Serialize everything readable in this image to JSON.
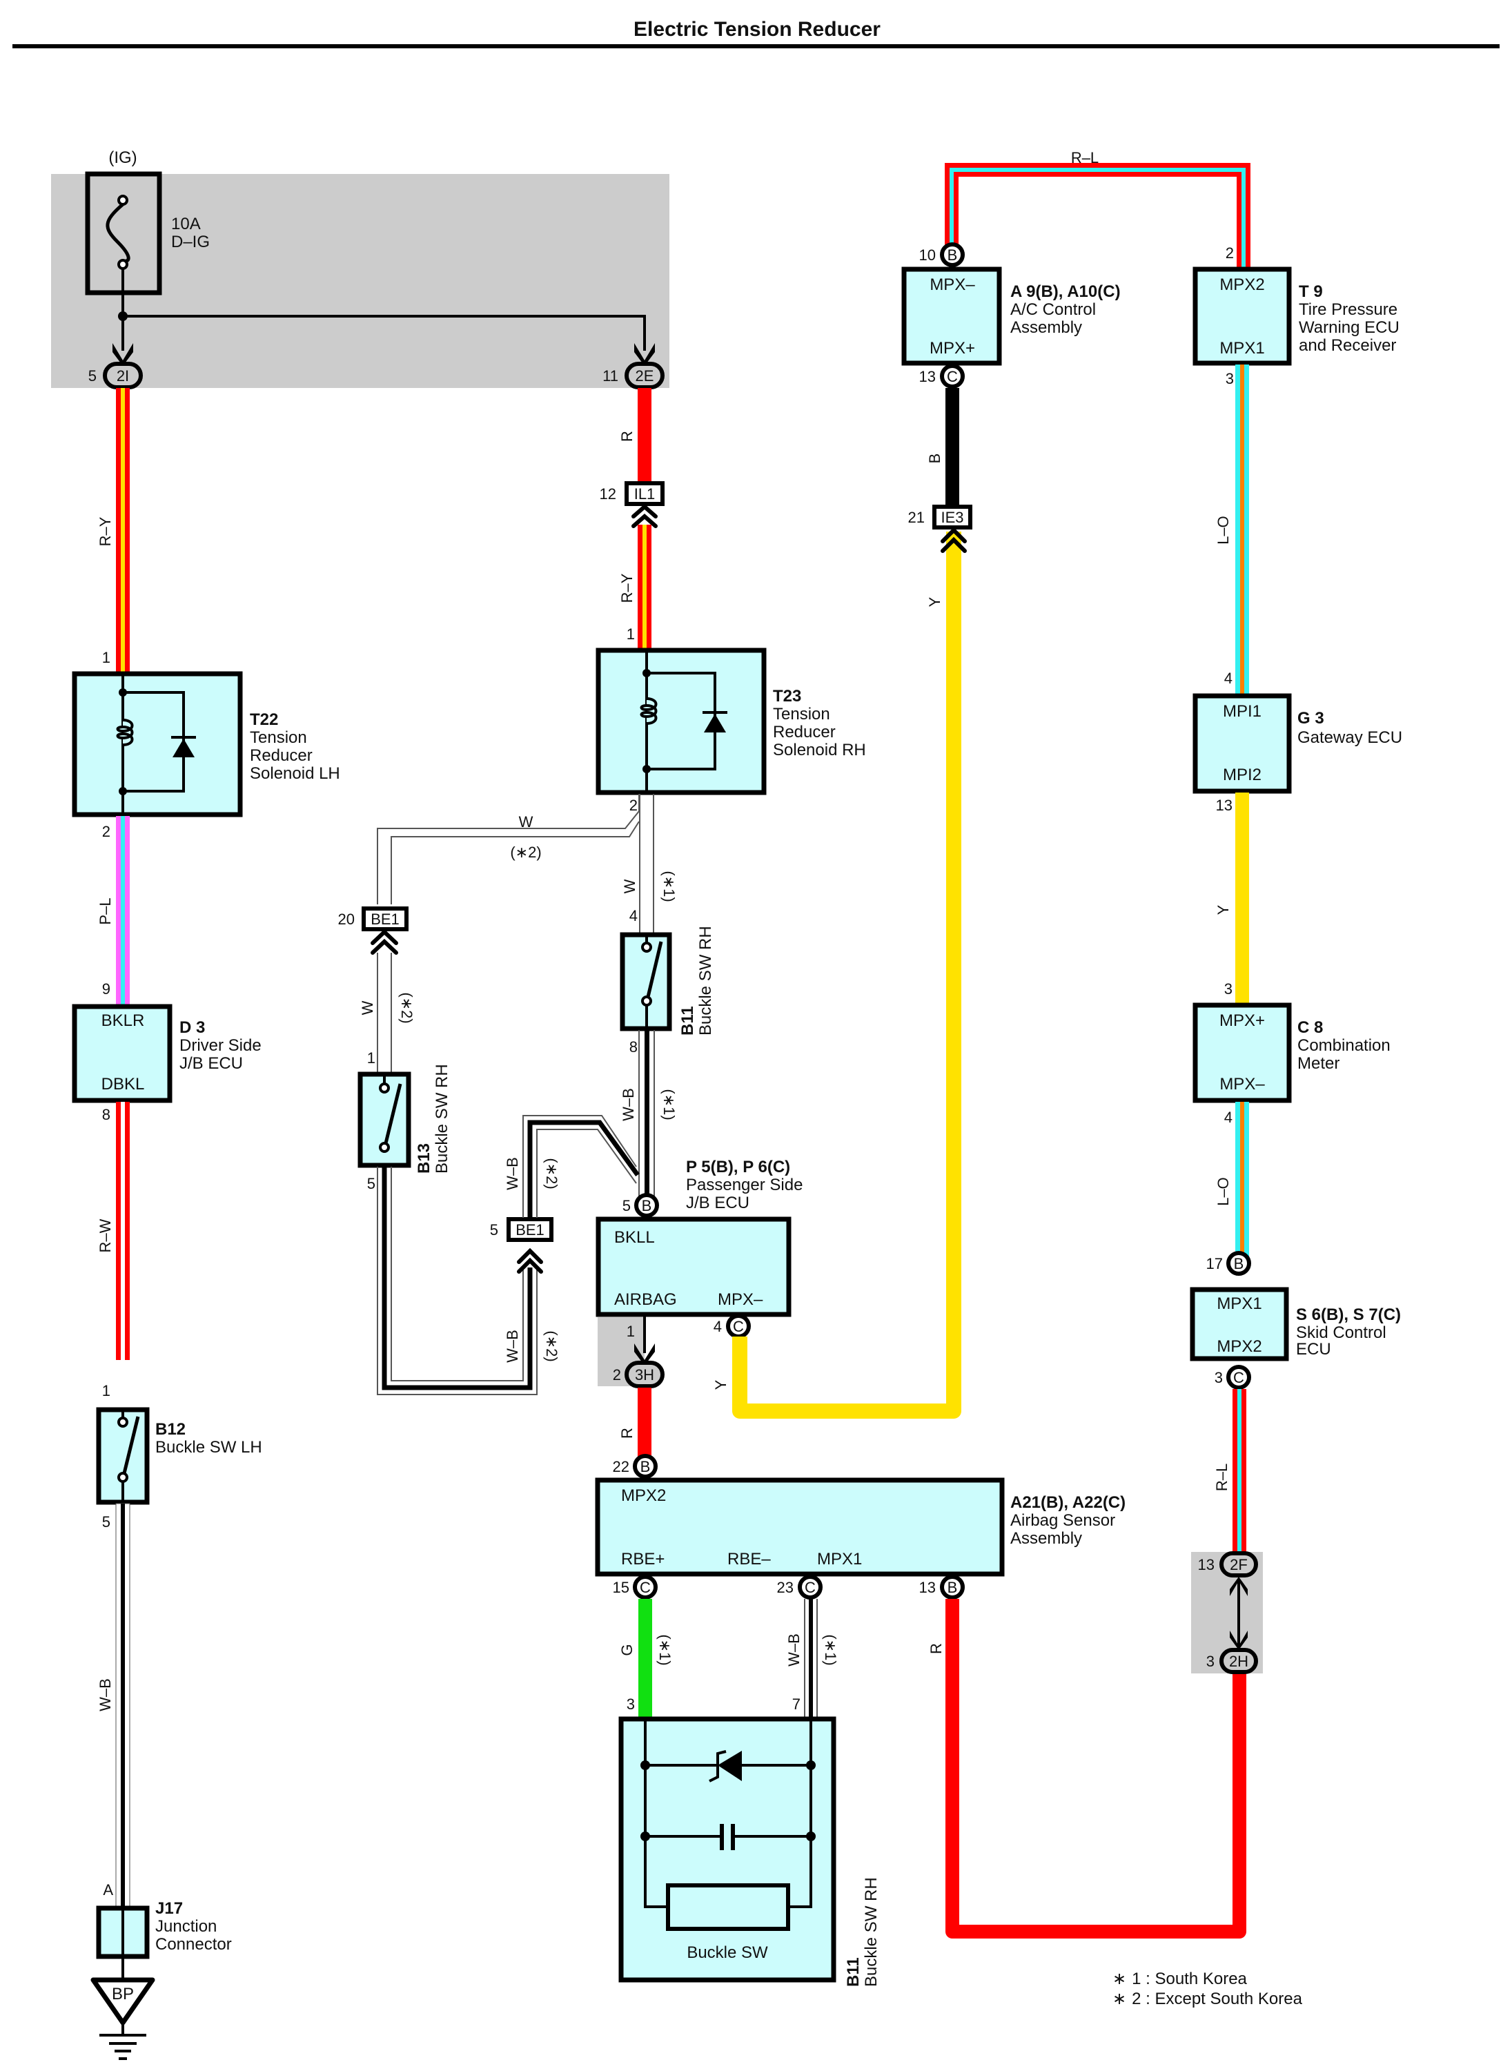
{
  "title": "Electric Tension Reducer",
  "colors": {
    "red": "#ff0000",
    "yellow": "#ffe200",
    "lightblue": "#33f0f0",
    "pink": "#ff66ff",
    "orange": "#ff8000",
    "green": "#11e011",
    "black": "#000000",
    "white": "#ffffff",
    "component_fill": "#ccfcfc",
    "junction_block_gray": "#cccccc"
  },
  "power_source": {
    "label": "(IG)",
    "fuse_rating": "10A",
    "fuse_name": "D–IG",
    "icon": "fuse-icon"
  },
  "connectors": {
    "c2I": {
      "pin": "5",
      "code": "2I"
    },
    "c2E": {
      "pin": "11",
      "code": "2E"
    },
    "IL1": {
      "pin": "12",
      "code": "IL1"
    },
    "IE3": {
      "pin": "21",
      "code": "IE3"
    },
    "BE1_top": {
      "pin": "20",
      "code": "BE1"
    },
    "BE1_bottom": {
      "pin": "5",
      "code": "BE1"
    },
    "c3H": {
      "pin_top": "1",
      "pin": "2",
      "code": "3H"
    },
    "c2F": {
      "pin": "13",
      "code": "2F"
    },
    "c2H": {
      "pin": "3",
      "code": "2H"
    }
  },
  "components": {
    "T22": {
      "id": "T22",
      "name_lines": [
        "Tension",
        "Reducer",
        "Solenoid LH"
      ],
      "pin_top": "1",
      "pin_bottom": "2"
    },
    "T23": {
      "id": "T23",
      "name_lines": [
        "Tension",
        "Reducer",
        "Solenoid RH"
      ],
      "pin_top": "1",
      "pin_bottom": "2"
    },
    "D3": {
      "id": "D 3",
      "name_lines": [
        "Driver Side",
        "J/B ECU"
      ],
      "term_top": "BKLR",
      "term_bottom": "DBKL",
      "pin_top": "9",
      "pin_bottom": "8"
    },
    "B12": {
      "id": "B12",
      "name_lines": [
        "Buckle SW LH"
      ],
      "pin_top": "1",
      "pin_bottom": "5"
    },
    "B13": {
      "id": "B13",
      "name": "Buckle SW RH",
      "pin_top": "1",
      "pin_bottom": "5"
    },
    "B11_switch": {
      "id": "B11",
      "name": "Buckle SW RH",
      "pin_top": "4",
      "pin_bottom": "8"
    },
    "B11_module": {
      "id": "B11",
      "name": "Buckle SW RH",
      "inner_label": "Buckle SW",
      "pin_left": "3",
      "pin_right": "7"
    },
    "J17": {
      "id": "J17",
      "name_lines": [
        "Junction",
        "Connector"
      ],
      "pin": "A"
    },
    "ground": {
      "label": "BP",
      "icon": "ground-icon"
    },
    "P5P6": {
      "id": "P 5(B), P 6(C)",
      "name_lines": [
        "Passenger Side",
        "J/B ECU"
      ],
      "term_bkll": "BKLL",
      "term_airbag": "AIRBAG",
      "term_mpx": "MPX–",
      "pin_bkll": "5",
      "pin_bkll_conn": "B",
      "pin_mpx": "4",
      "pin_mpx_conn": "C"
    },
    "A21A22": {
      "id": "A21(B), A22(C)",
      "name_lines": [
        "Airbag Sensor",
        "Assembly"
      ],
      "term_mpx2": "MPX2",
      "term_rbep": "RBE+",
      "term_rbem": "RBE–",
      "term_mpx1": "MPX1",
      "pin_mpx2": "22",
      "pin_mpx2_conn": "B",
      "pin_rbep": "15",
      "pin_rbep_conn": "C",
      "pin_rbem": "23",
      "pin_rbem_conn": "C",
      "pin_mpx1": "13",
      "pin_mpx1_conn": "B"
    },
    "A9A10": {
      "id": "A 9(B), A10(C)",
      "name_lines": [
        "A/C Control",
        "Assembly"
      ],
      "term_top": "MPX–",
      "term_bottom": "MPX+",
      "pin_top": "10",
      "pin_top_conn": "B",
      "pin_bottom": "13",
      "pin_bottom_conn": "C"
    },
    "T9": {
      "id": "T 9",
      "name_lines": [
        "Tire Pressure",
        "Warning ECU",
        "and Receiver"
      ],
      "term_top": "MPX2",
      "term_bottom": "MPX1",
      "pin_top": "2",
      "pin_bottom": "3"
    },
    "G3": {
      "id": "G 3",
      "name_lines": [
        "Gateway ECU"
      ],
      "term_top": "MPI1",
      "term_bottom": "MPI2",
      "pin_top": "4",
      "pin_bottom": "13"
    },
    "C8": {
      "id": "C 8",
      "name_lines": [
        "Combination",
        "Meter"
      ],
      "term_top": "MPX+",
      "term_bottom": "MPX–",
      "pin_top": "3",
      "pin_bottom": "4"
    },
    "S6S7": {
      "id": "S 6(B), S 7(C)",
      "name_lines": [
        "Skid Control",
        "ECU"
      ],
      "term_top": "MPX1",
      "term_bottom": "MPX2",
      "pin_top": "17",
      "pin_top_conn": "B",
      "pin_bottom": "3",
      "pin_bottom_conn": "C"
    }
  },
  "wires": {
    "left_ry": "R–Y",
    "left_pl": "P–L",
    "left_rw": "R–W",
    "left_wb": "W–B",
    "mid_r_top": "R",
    "mid_ry": "R–Y",
    "mid_w_branch": "W",
    "mid_w_branch_note": "(∗2)",
    "mid_w": "W",
    "mid_w_note": "(∗1)",
    "mid_wb": "W–B",
    "mid_wb_note": "(∗1)",
    "be1_w": "W",
    "be1_w_note": "(∗2)",
    "be1_wb_top": "W–B",
    "be1_wb_top_note": "(∗2)",
    "be1_wb_bot": "W–B",
    "be1_wb_bot_note": "(∗2)",
    "mid_r_3h": "R",
    "mpx_y": "Y",
    "g": "G",
    "g_note": "(∗1)",
    "rbe_wb": "W–B",
    "rbe_wb_note": "(∗1)",
    "mpx1_r": "R",
    "top_rl": "R–L",
    "ac_b": "B",
    "ac_y": "Y",
    "right_lo_top": "L–O",
    "right_y": "Y",
    "right_lo_bot": "L–O",
    "right_rl": "R–L"
  },
  "notes": [
    {
      "mark": "∗",
      "text": "1 : South Korea"
    },
    {
      "mark": "∗",
      "text": "2 : Except South Korea"
    }
  ]
}
